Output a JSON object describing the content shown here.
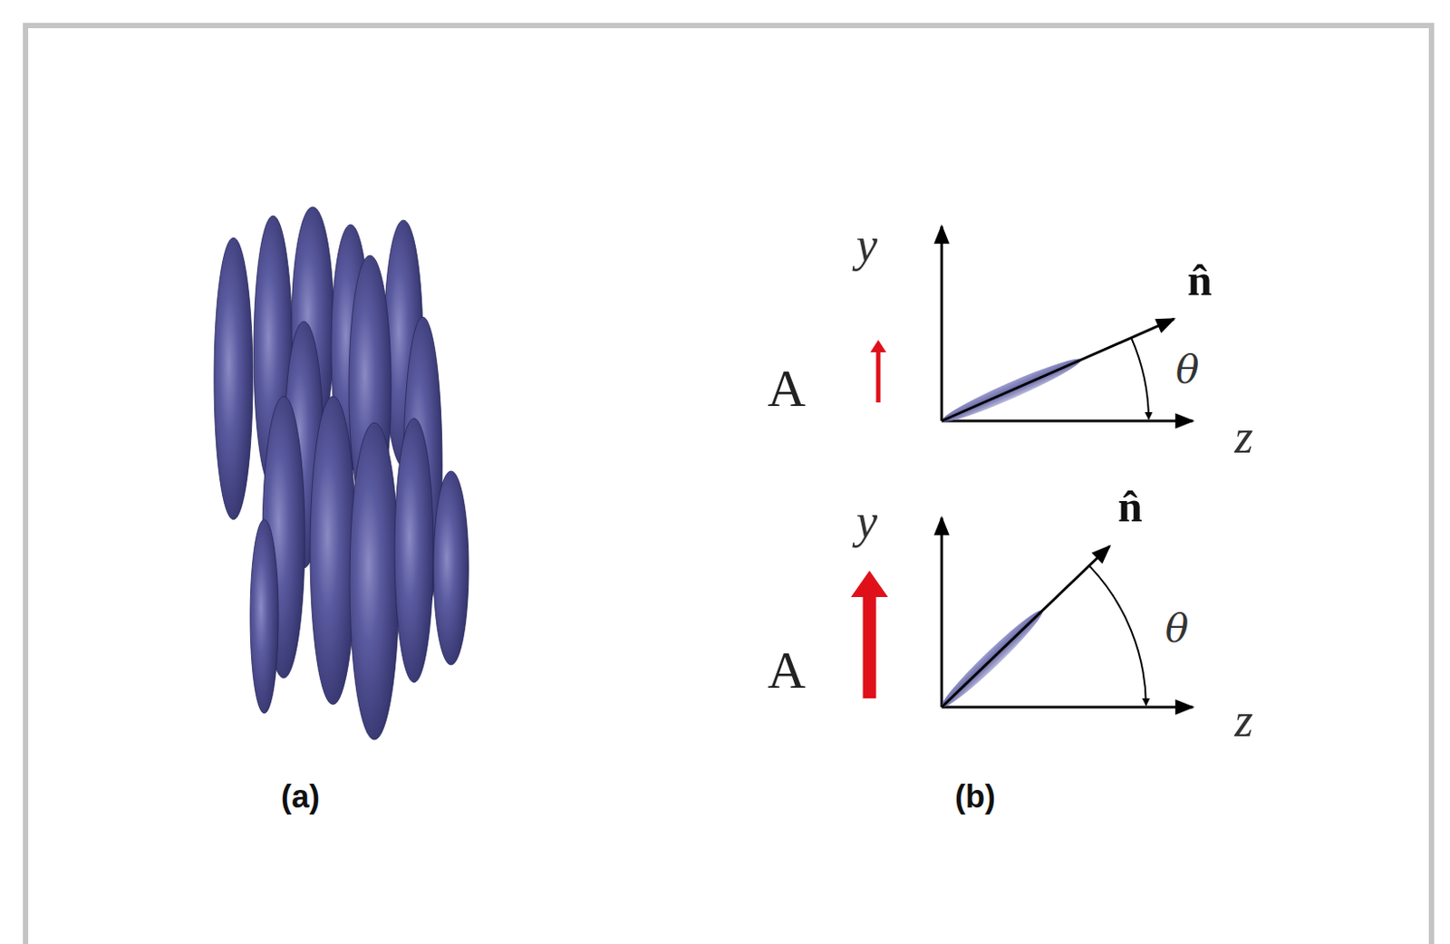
{
  "diagram": {
    "labels": [
      "(a)",
      "(b)",
      "A",
      "y",
      "n̂",
      "θ",
      "z",
      "A",
      "y",
      "n̂",
      "θ",
      "z"
    ]
  }
}
